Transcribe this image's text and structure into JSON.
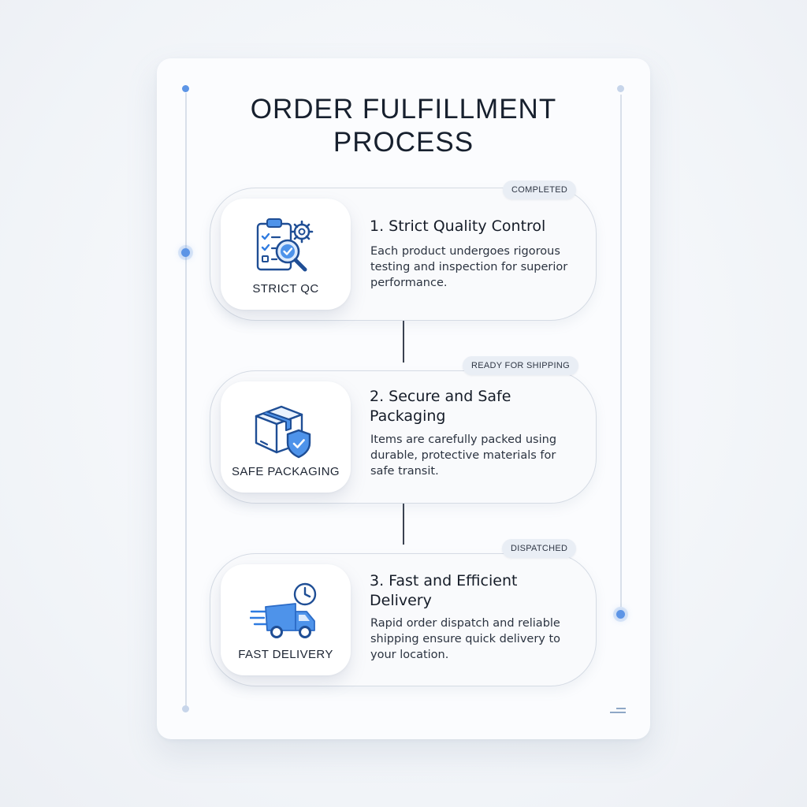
{
  "title": "ORDER FULFILLMENT\nPROCESS",
  "title_line1": "ORDER FULFILLMENT",
  "title_line2": "PROCESS",
  "colors": {
    "accent": "#2f7be0",
    "icon_stroke": "#1f4e95",
    "text": "#17202e",
    "badge_bg": "#e9eef5"
  },
  "steps": [
    {
      "status": "COMPLETED",
      "tile_label": "STRICT QC",
      "icon": "quality-inspection-icon",
      "title": "1. Strict Quality Control",
      "description": "Each product undergoes rigorous testing and inspection for superior performance."
    },
    {
      "status": "READY FOR SHIPPING",
      "tile_label": "SAFE PACKAGING",
      "icon": "package-shield-icon",
      "title": "2. Secure and Safe\n    Packaging",
      "description": "Items are carefully packed using durable, protective materials for safe transit."
    },
    {
      "status": "DISPATCHED",
      "tile_label": "FAST DELIVERY",
      "icon": "delivery-truck-clock-icon",
      "title": "3. Fast and Efficient\n    Delivery",
      "description": "Rapid order dispatch and reliable shipping ensure quick delivery to your location."
    }
  ]
}
